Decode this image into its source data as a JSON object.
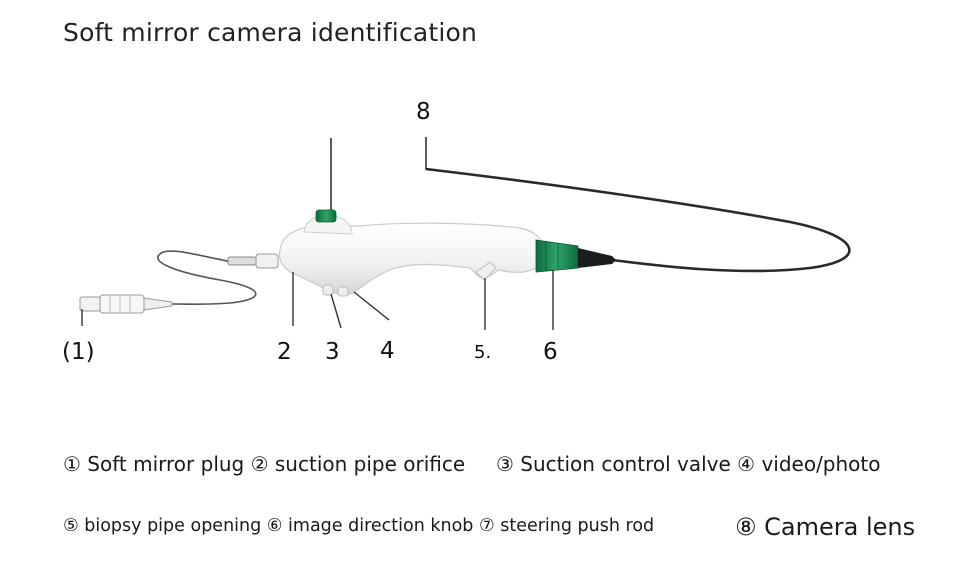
{
  "title": "Soft mirror camera identification",
  "callouts": {
    "n1": "(1)",
    "n2": "2",
    "n3": "3",
    "n4": "4",
    "n5": "5.",
    "n6": "6",
    "n8": "8"
  },
  "legend": {
    "row1_a": "① Soft mirror plug ② suction pipe orifice",
    "row1_b": "③ Suction control valve ④ video/photo",
    "row2_a": "⑤ biopsy pipe opening ⑥ image direction knob ⑦ steering push rod",
    "row2_b": "⑧ Camera lens"
  },
  "colors": {
    "body": "#f4f4f2",
    "body_shade": "#d9dbd8",
    "knob_green": "#1f8a55",
    "cable": "#2a2a2a",
    "plug_cable": "#5a5a5a"
  }
}
